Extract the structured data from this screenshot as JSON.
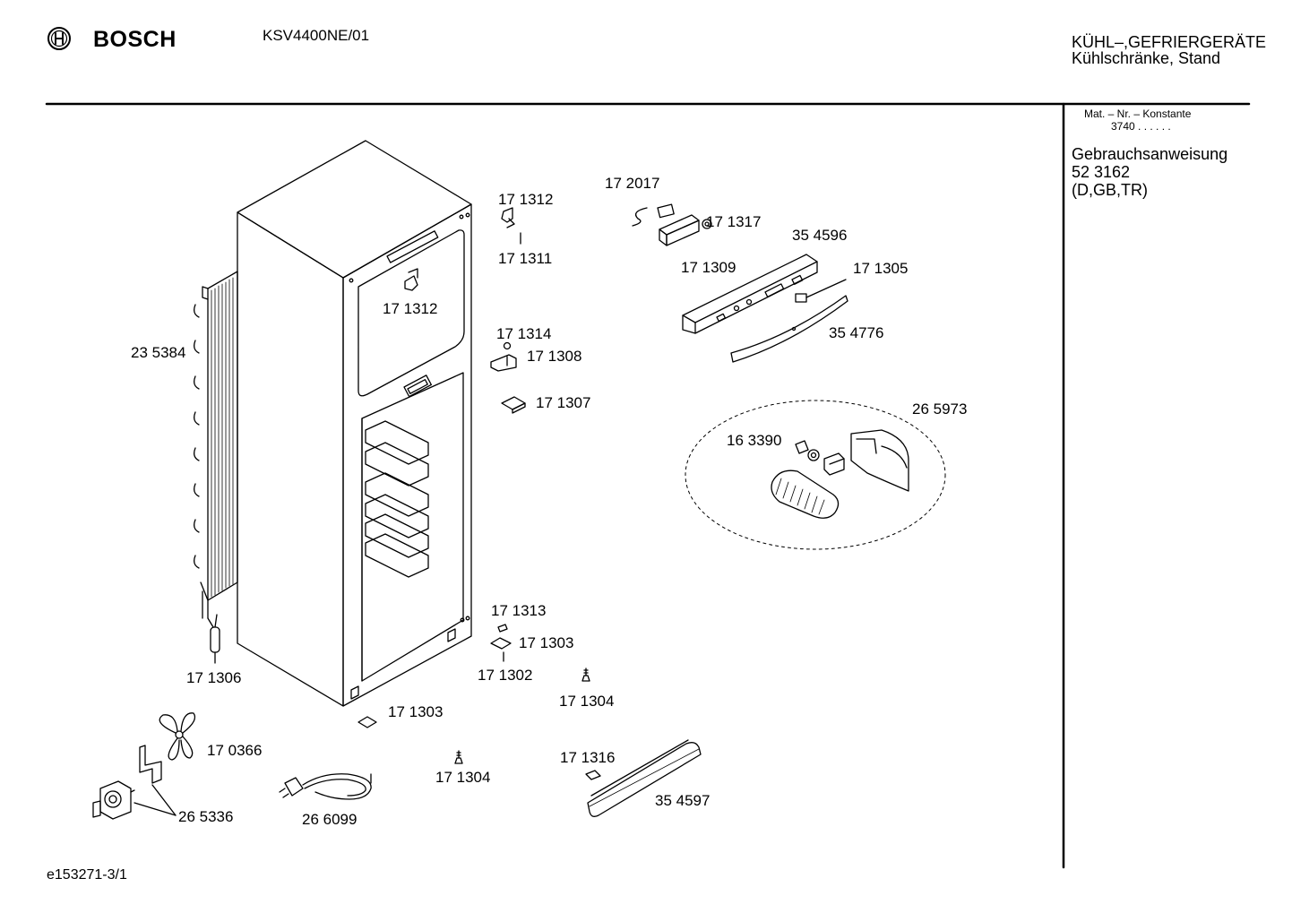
{
  "header": {
    "brand": "BOSCH",
    "model": "KSV4400NE/01",
    "category_line1": "KÜHL–,GEFRIERGERÄTE",
    "category_line2": "Kühlschränke, Stand"
  },
  "sidebar": {
    "mat_nr_label": "Mat. – Nr. – Konstante",
    "mat_nr_value": "3740 .  .  .  .  .  .",
    "manual_title": "Gebrauchsanweisung",
    "manual_number": "52 3162",
    "manual_languages": "(D,GB,TR)"
  },
  "footer": {
    "doc_id": "e153271-3/1"
  },
  "parts": {
    "p_235384": "23 5384",
    "p_171312_top": "17 1312",
    "p_171311": "17 1311",
    "p_171312_mid": "17 1312",
    "p_172017": "17 2017",
    "p_171317": "17 1317",
    "p_171309": "17 1309",
    "p_354596": "35 4596",
    "p_171305": "17 1305",
    "p_354776": "35 4776",
    "p_171314": "17 1314",
    "p_171308": "17 1308",
    "p_171307": "17 1307",
    "p_265973": "26 5973",
    "p_163390": "16 3390",
    "p_171313": "17 1313",
    "p_171303_a": "17 1303",
    "p_171302": "17 1302",
    "p_171304_a": "17 1304",
    "p_171306": "17 1306",
    "p_171303_b": "17 1303",
    "p_170366": "17 0366",
    "p_171304_b": "17 1304",
    "p_171316": "17 1316",
    "p_354597": "35 4597",
    "p_265336": "26 5336",
    "p_266099": "26 6099"
  }
}
